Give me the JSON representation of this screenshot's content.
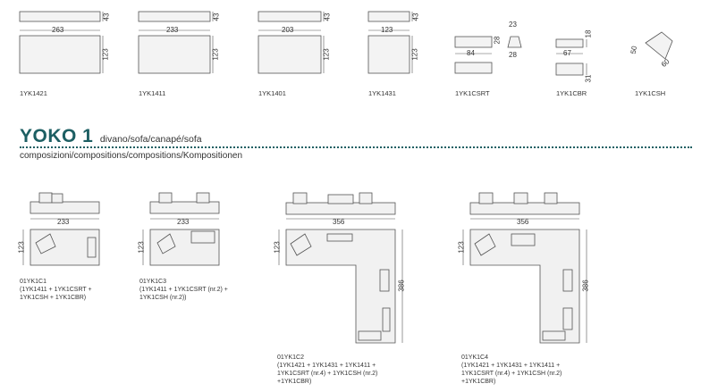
{
  "header": {
    "name": "YOKO 1",
    "subtitle": "divano/sofa/canapé/sofa",
    "compositions_label": "composizioni/compositions/compositions/Kompositionen"
  },
  "colors": {
    "brand": "#1d5f63",
    "line": "#555555",
    "fill": "#f1f1f1"
  },
  "modules": [
    {
      "code": "1YK1421",
      "width": "263",
      "depth": "123",
      "height": "43"
    },
    {
      "code": "1YK1411",
      "width": "233",
      "depth": "123",
      "height": "43"
    },
    {
      "code": "1YK1401",
      "width": "203",
      "depth": "123",
      "height": "43"
    },
    {
      "code": "1YK1431",
      "width": "123",
      "depth": "123",
      "height": "43"
    },
    {
      "code": "1YK1CSRT",
      "width": "84",
      "depth": "28",
      "side_top": "23",
      "side_depth": "28"
    },
    {
      "code": "1YK1CBR",
      "width": "67",
      "height": "18",
      "depth": "31"
    },
    {
      "code": "1YK1CSH",
      "width": "60",
      "depth": "50"
    }
  ],
  "compositions": [
    {
      "code": "01YK1C1",
      "parts": [
        "(1YK1411 + 1YK1CSRT +",
        "1YK1CSH + 1YK1CBR)"
      ],
      "width": "233",
      "depth": "123"
    },
    {
      "code": "01YK1C3",
      "parts": [
        "(1YK1411 + 1YK1CSRT (nr.2) +",
        "1YK1CSH (nr.2))"
      ],
      "width": "233",
      "depth": "123"
    },
    {
      "code": "01YK1C2",
      "parts": [
        "(1YK1421 + 1YK1431 + 1YK1411 +",
        "1YK1CSRT (nr.4) + 1YK1CSH (nr.2)",
        "+1YK1CBR)"
      ],
      "width": "356",
      "depth": "123",
      "length": "386"
    },
    {
      "code": "01YK1C4",
      "parts": [
        "(1YK1421 + 1YK1431 + 1YK1411 +",
        "1YK1CSRT (nr.4) + 1YK1CSH (nr.2)",
        "+1YK1CBR)"
      ],
      "width": "356",
      "depth": "123",
      "length": "386"
    }
  ]
}
